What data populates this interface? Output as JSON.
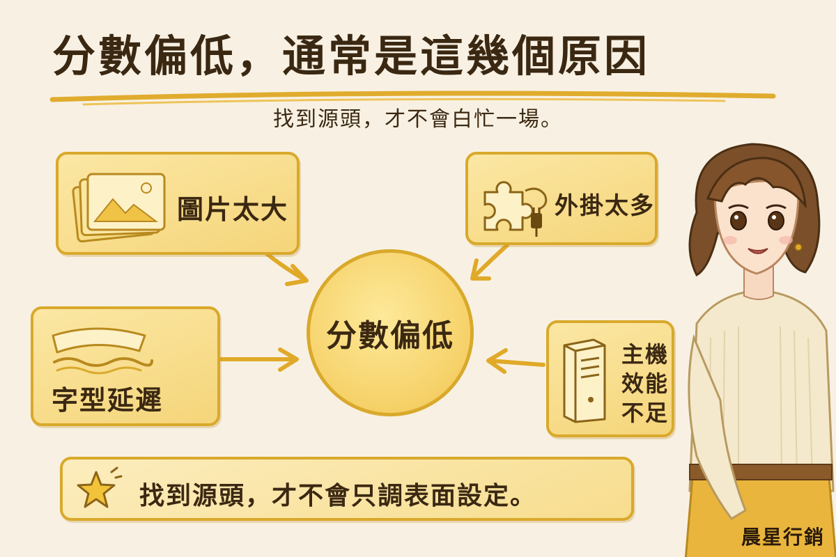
{
  "title": "分數偏低，通常是這幾個原因",
  "subtitle": "找到源頭，才不會白忙一場。",
  "center": {
    "label": "分數偏低"
  },
  "causes": {
    "images": {
      "label": "圖片太大",
      "icon": "image-stack-icon"
    },
    "plugins": {
      "label": "外掛太多",
      "icon": "puzzle-plug-icon"
    },
    "fonts": {
      "label": "字型延遲",
      "icon": "font-ribbon-icon"
    },
    "host": {
      "line1": "主機",
      "line2": "效能",
      "line3": "不足",
      "icon": "server-tower-icon"
    }
  },
  "tagline": {
    "text": "找到源頭，才不會只調表面設定。",
    "icon": "star-icon"
  },
  "brand": "晨星行銷",
  "colors": {
    "background": "#f8f1e3",
    "card_fill": "#f5d57a",
    "card_border": "#d9a92c",
    "text": "#3b2812",
    "arrow": "#e0a928"
  }
}
